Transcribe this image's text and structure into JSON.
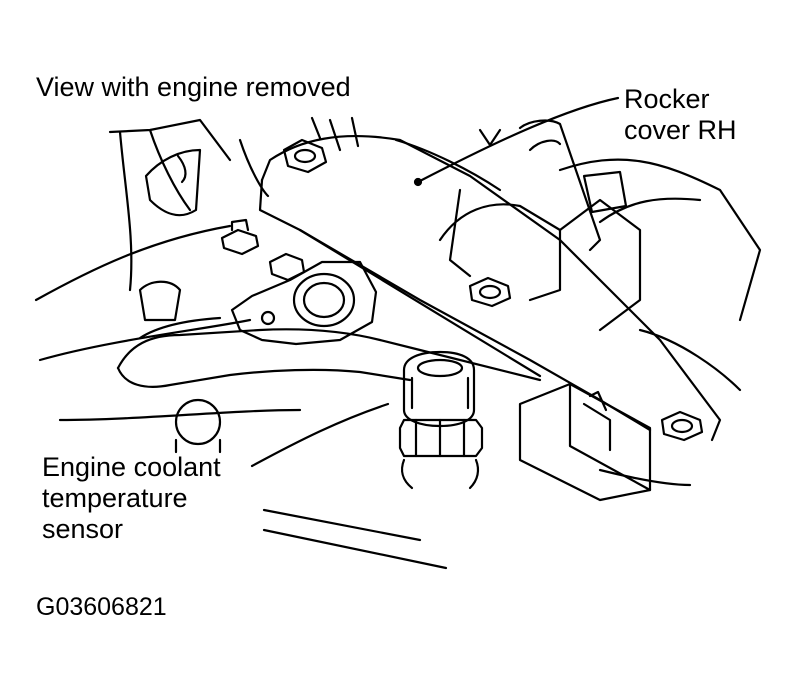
{
  "heading": "View with engine removed",
  "labels": {
    "rocker_cover": [
      "Rocker",
      "cover RH"
    ],
    "coolant_sensor": [
      "Engine coolant",
      "temperature",
      "sensor"
    ]
  },
  "figure_id": "G03606821"
}
